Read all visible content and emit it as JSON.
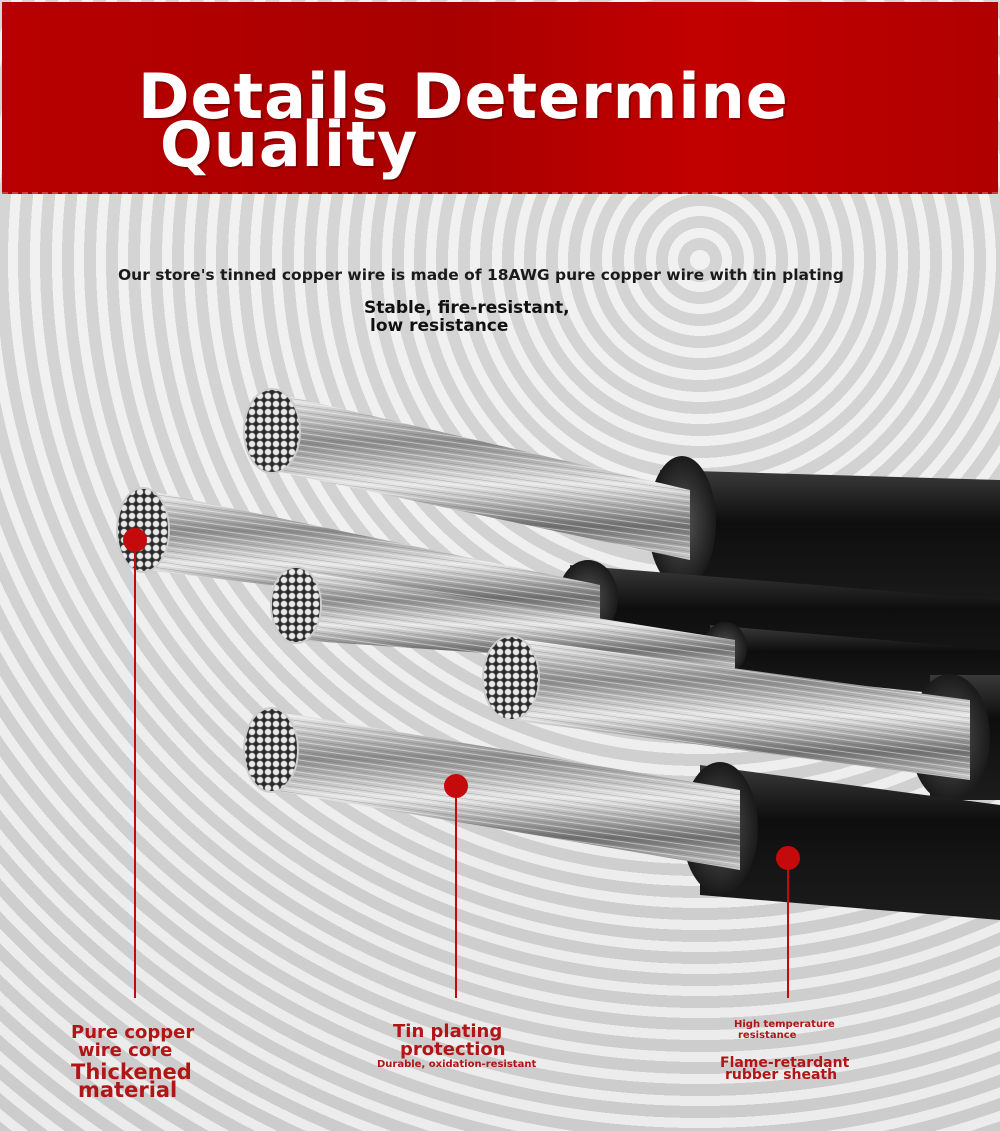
{
  "header": {
    "title_line1": "Details Determine",
    "title_line2": "Quality"
  },
  "intro": "Our store's tinned copper wire is made of 18AWG pure copper wire with tin plating",
  "features": {
    "line1": "Stable, fire-resistant,",
    "line2": "low resistance"
  },
  "callouts": {
    "core": {
      "line1": "Pure copper",
      "line2": "wire core",
      "line3": "Thickened",
      "line4": "material"
    },
    "tin": {
      "line1": "Tin plating",
      "line2": "protection",
      "sub": "Durable, oxidation-resistant"
    },
    "sheath": {
      "sub1": "High temperature",
      "sub2": "resistance",
      "line1": "Flame-retardant",
      "line2": "rubber sheath"
    }
  },
  "colors": {
    "banner": "#b00000",
    "callout": "#b21515",
    "marker": "#c40a0a"
  }
}
